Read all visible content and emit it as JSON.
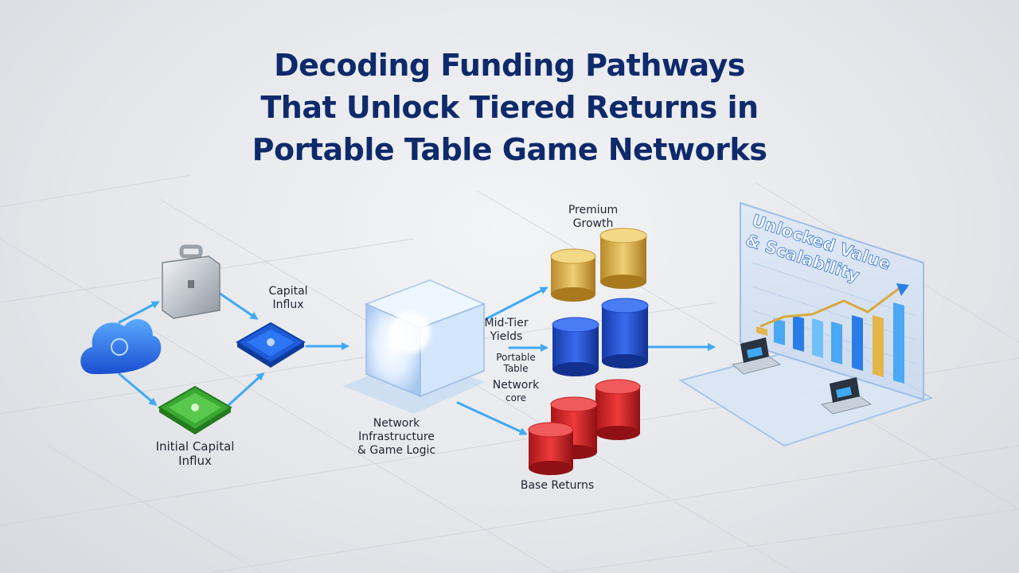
{
  "title": {
    "line1": "Decoding Funding Pathways",
    "line2": "That Unlock Tiered Returns in",
    "line3": "Portable Table Game Networks"
  },
  "labels": {
    "capital_influx_line1": "Capital",
    "capital_influx_line2": "Influx",
    "initial_capital_line1": "Initial Capital",
    "initial_capital_line2": "Influx",
    "network_infra_line1": "Network",
    "network_infra_line2": "Infrastructure",
    "network_infra_line3": "& Game Logic",
    "premium_line1": "Premium",
    "premium_line2": "Growth",
    "midtier_line1": "Mid-Tier",
    "midtier_line2": "Yields",
    "portable_line1": "Portable",
    "portable_line2": "Table",
    "network_core_line1": "Network",
    "network_core_line2": "core",
    "base_returns": "Base Returns",
    "screen_line1": "Unlocked Value",
    "screen_line2": "& Scalability"
  },
  "icons": [
    "cloud-icon",
    "briefcase-icon",
    "blue-chip-icon",
    "green-chip-icon",
    "glass-cube-icon",
    "gold-coin-stack-icon",
    "blue-coin-stack-icon",
    "red-coin-stack-icon",
    "growth-chart-screen-icon",
    "laptop-desk-icon"
  ],
  "colors": {
    "title": "#0f2a6b",
    "flow_arrow": "#3fa9f5",
    "premium": "#d4a93a",
    "mid_tier": "#1e47c8",
    "base": "#d42a2a",
    "cpu_blue": "#1e5bd8",
    "cpu_green": "#3aa832"
  }
}
